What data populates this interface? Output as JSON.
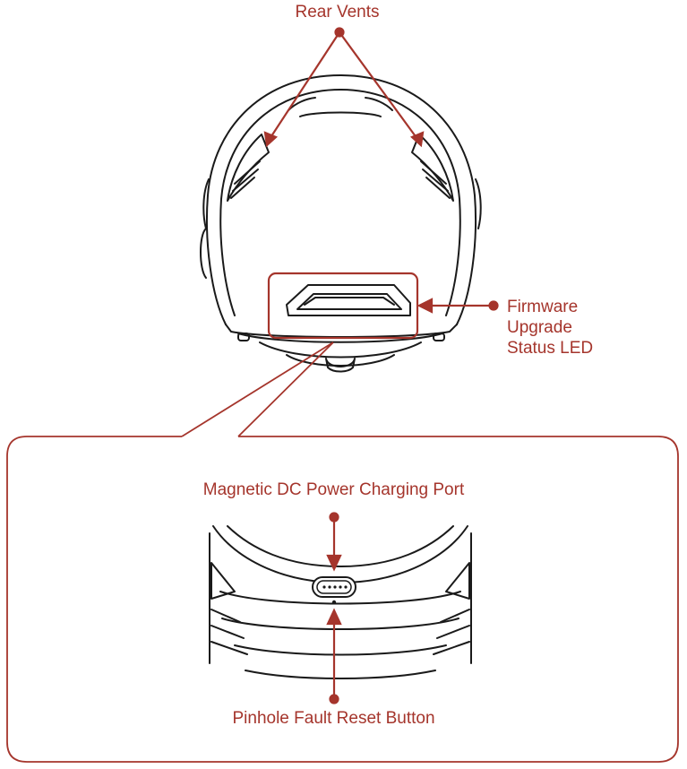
{
  "labels": {
    "rear_vents": "Rear Vents",
    "firmware_led": [
      "Firmware",
      "Upgrade",
      "Status LED"
    ],
    "charging_port": "Magnetic DC Power Charging Port",
    "reset_button": "Pinhole Fault Reset Button"
  },
  "colors": {
    "accent": "#a5352c",
    "line": "#1a1a1a"
  }
}
